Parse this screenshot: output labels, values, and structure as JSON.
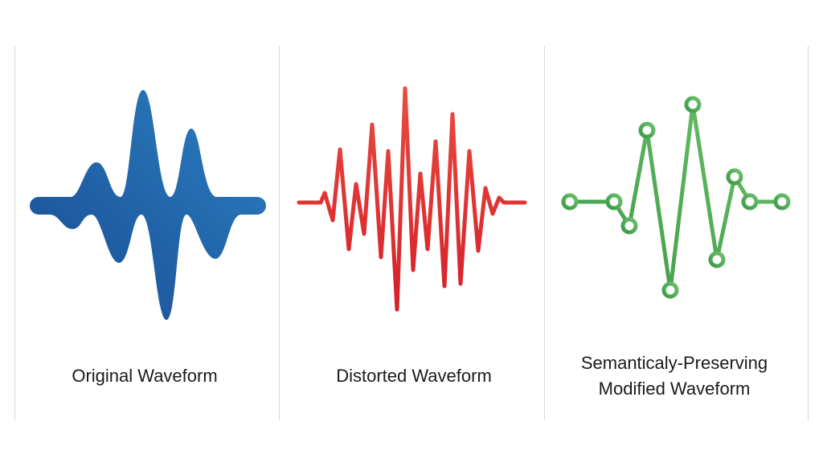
{
  "panels": [
    {
      "label": "Original Waveform",
      "color_start": "#1a4b94",
      "color_end": "#2a80c0"
    },
    {
      "label": "Distorted Waveform",
      "color": "#e03a35"
    },
    {
      "label_line1": "Semanticaly-Preserving",
      "label_line2": "Modified Waveform",
      "color": "#4aae4f"
    }
  ]
}
